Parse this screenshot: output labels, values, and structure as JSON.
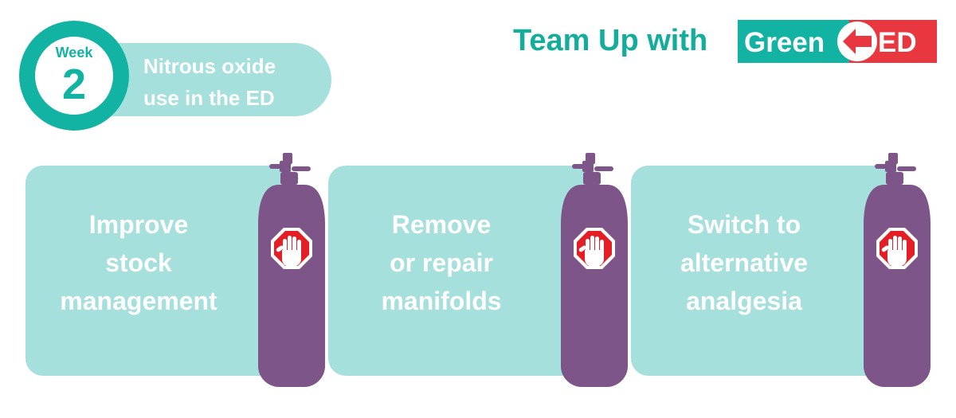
{
  "week_badge": {
    "label": "Week",
    "number": "2",
    "topic_line1": "Nitrous oxide",
    "topic_line2": "use in the ED"
  },
  "header": {
    "team_up_text": "Team Up with",
    "logo": {
      "text_green": "Green",
      "text_ed": "ED",
      "arrow_icon": "left-arrow-icon",
      "colors": {
        "green": "#12b3a2",
        "red": "#e8373f"
      }
    }
  },
  "cards": [
    {
      "line1": "Improve",
      "line2": "stock",
      "line3": "management"
    },
    {
      "line1": "Remove",
      "line2": "or repair",
      "line3": "manifolds"
    },
    {
      "line1": "Switch to",
      "line2": "alternative",
      "line3": "analgesia"
    }
  ],
  "icons": {
    "cylinder": "gas-cylinder-icon",
    "stop": "stop-hand-icon"
  },
  "colors": {
    "teal": "#12b3a2",
    "light_teal": "#a5e0dc",
    "purple": "#7d5589",
    "red": "#e8373f",
    "white": "#ffffff"
  }
}
